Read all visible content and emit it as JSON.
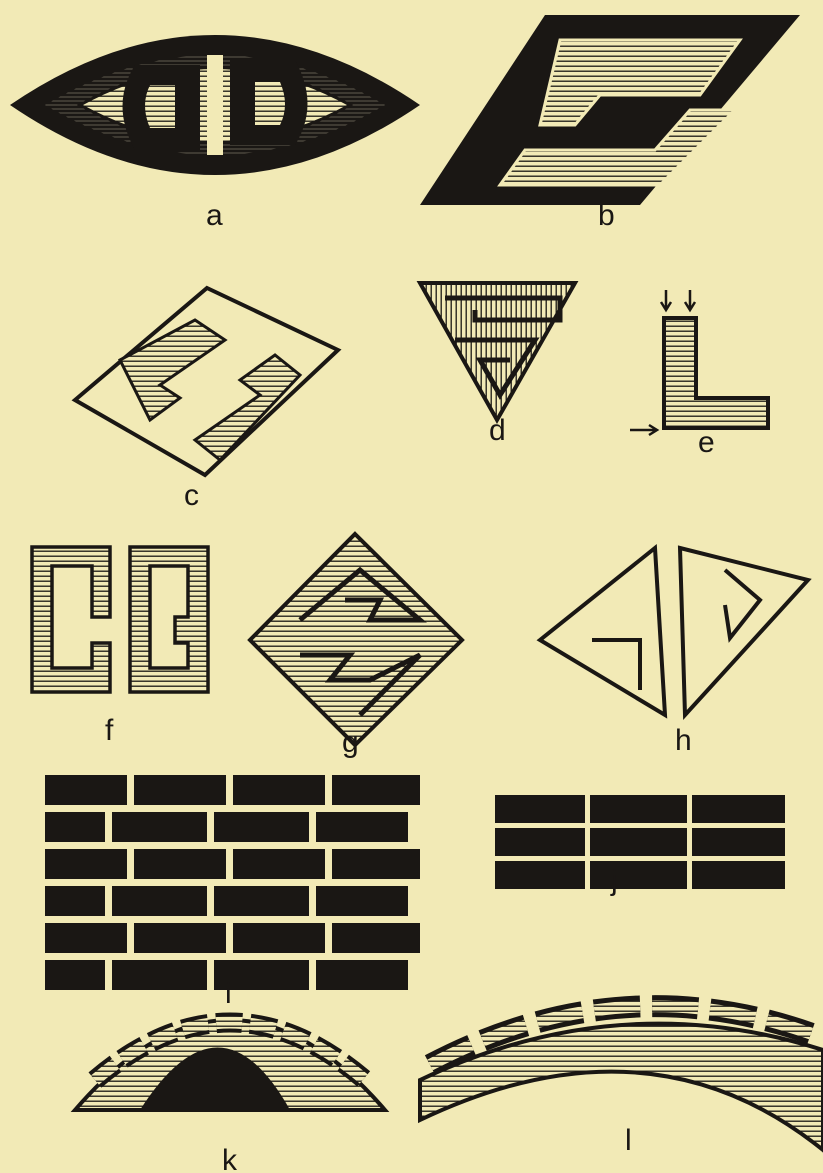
{
  "figures": [
    {
      "id": "a",
      "label": "a",
      "description_icon": "eye-scroll-fret-icon"
    },
    {
      "id": "b",
      "label": "b",
      "description_icon": "parallelogram-fret-icon"
    },
    {
      "id": "c",
      "label": "c",
      "description_icon": "rhombus-fret-icon"
    },
    {
      "id": "d",
      "label": "d",
      "description_icon": "triangle-fret-icon"
    },
    {
      "id": "e",
      "label": "e",
      "description_icon": "l-angle-icon"
    },
    {
      "id": "f",
      "label": "f",
      "description_icon": "double-bracket-icon"
    },
    {
      "id": "g",
      "label": "g",
      "description_icon": "diamond-scroll-icon"
    },
    {
      "id": "h",
      "label": "h",
      "description_icon": "split-triangle-icon"
    },
    {
      "id": "i",
      "label": "i",
      "description_icon": "brick-bond-wide-icon"
    },
    {
      "id": "j",
      "label": "j",
      "description_icon": "brick-bond-small-icon"
    },
    {
      "id": "k",
      "label": "k",
      "description_icon": "dome-arch-icon"
    },
    {
      "id": "l",
      "label": "l",
      "description_icon": "bridge-arch-icon"
    }
  ],
  "colors": {
    "background": "#f2eab6",
    "ink": "#1a1714",
    "hatch": "#1a1714"
  }
}
